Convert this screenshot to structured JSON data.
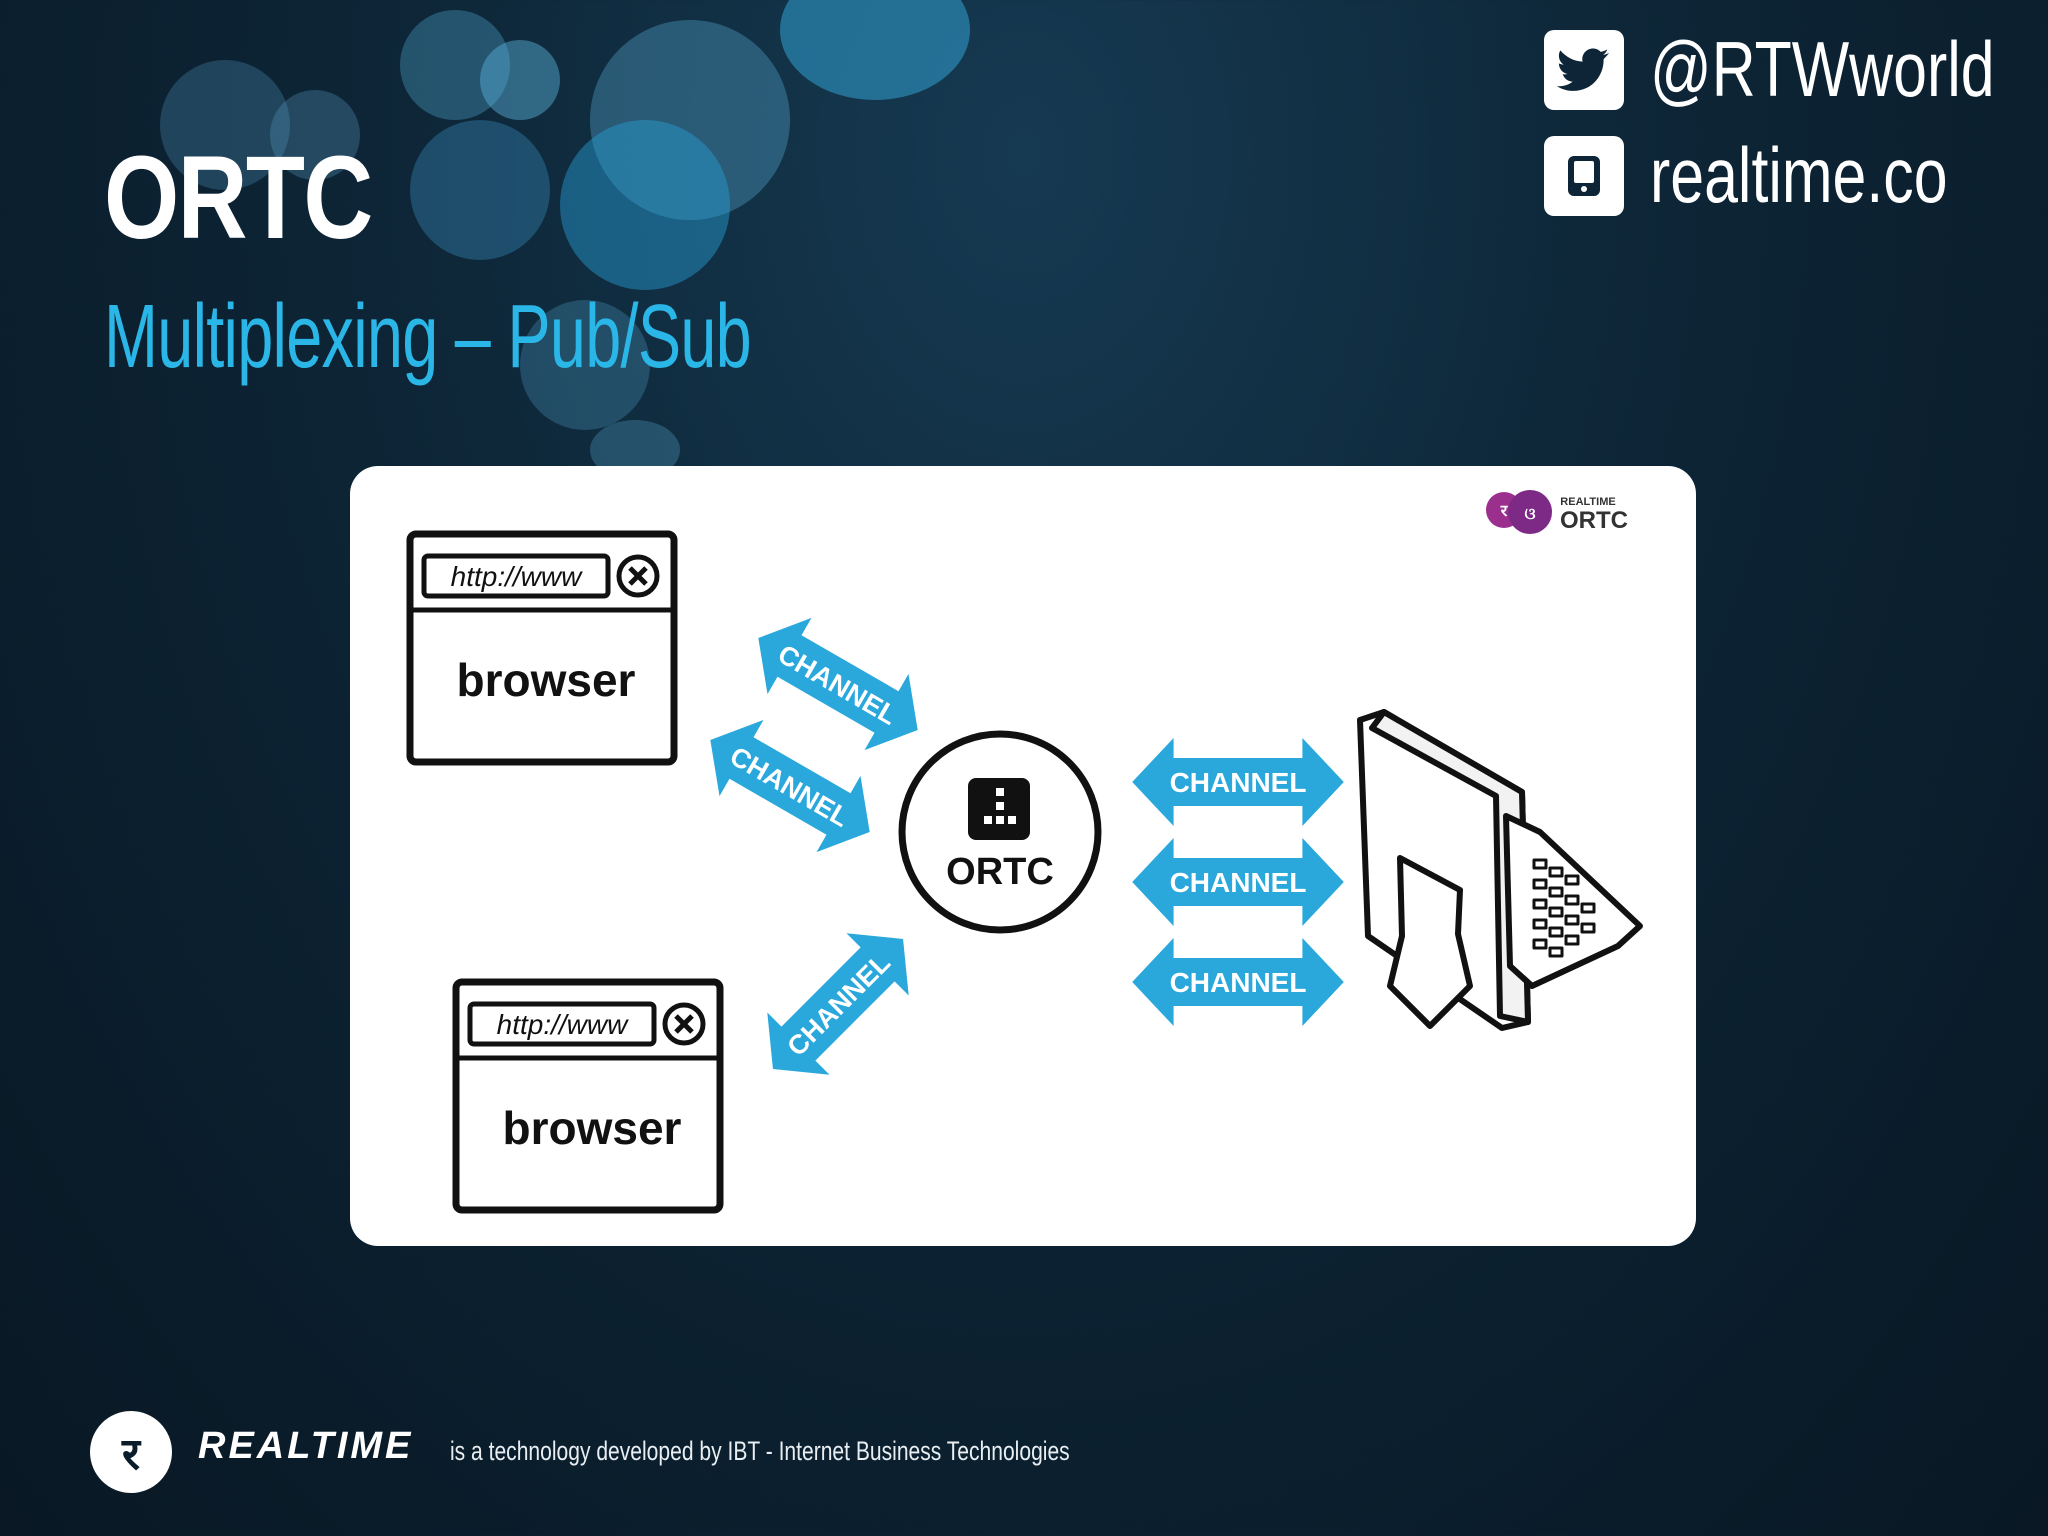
{
  "slide": {
    "title": "ORTC",
    "subtitle": "Multiplexing – Pub/Sub"
  },
  "social": {
    "twitter_handle": "@RTWworld",
    "twitter_icon": "twitter-bird-icon",
    "website": "realtime.co",
    "website_icon": "tablet-icon"
  },
  "diagram": {
    "logo_small": "REALTIME",
    "logo_big": "ORTC",
    "browser_url": "http://www",
    "browser_label": "browser",
    "hub_label": "ORTC",
    "channel_label": "CHANNEL",
    "accent_color": "#2aa8dc"
  },
  "footer": {
    "brand": "REALTIME",
    "text": "is a technology developed by IBT - Internet Business Technologies"
  }
}
